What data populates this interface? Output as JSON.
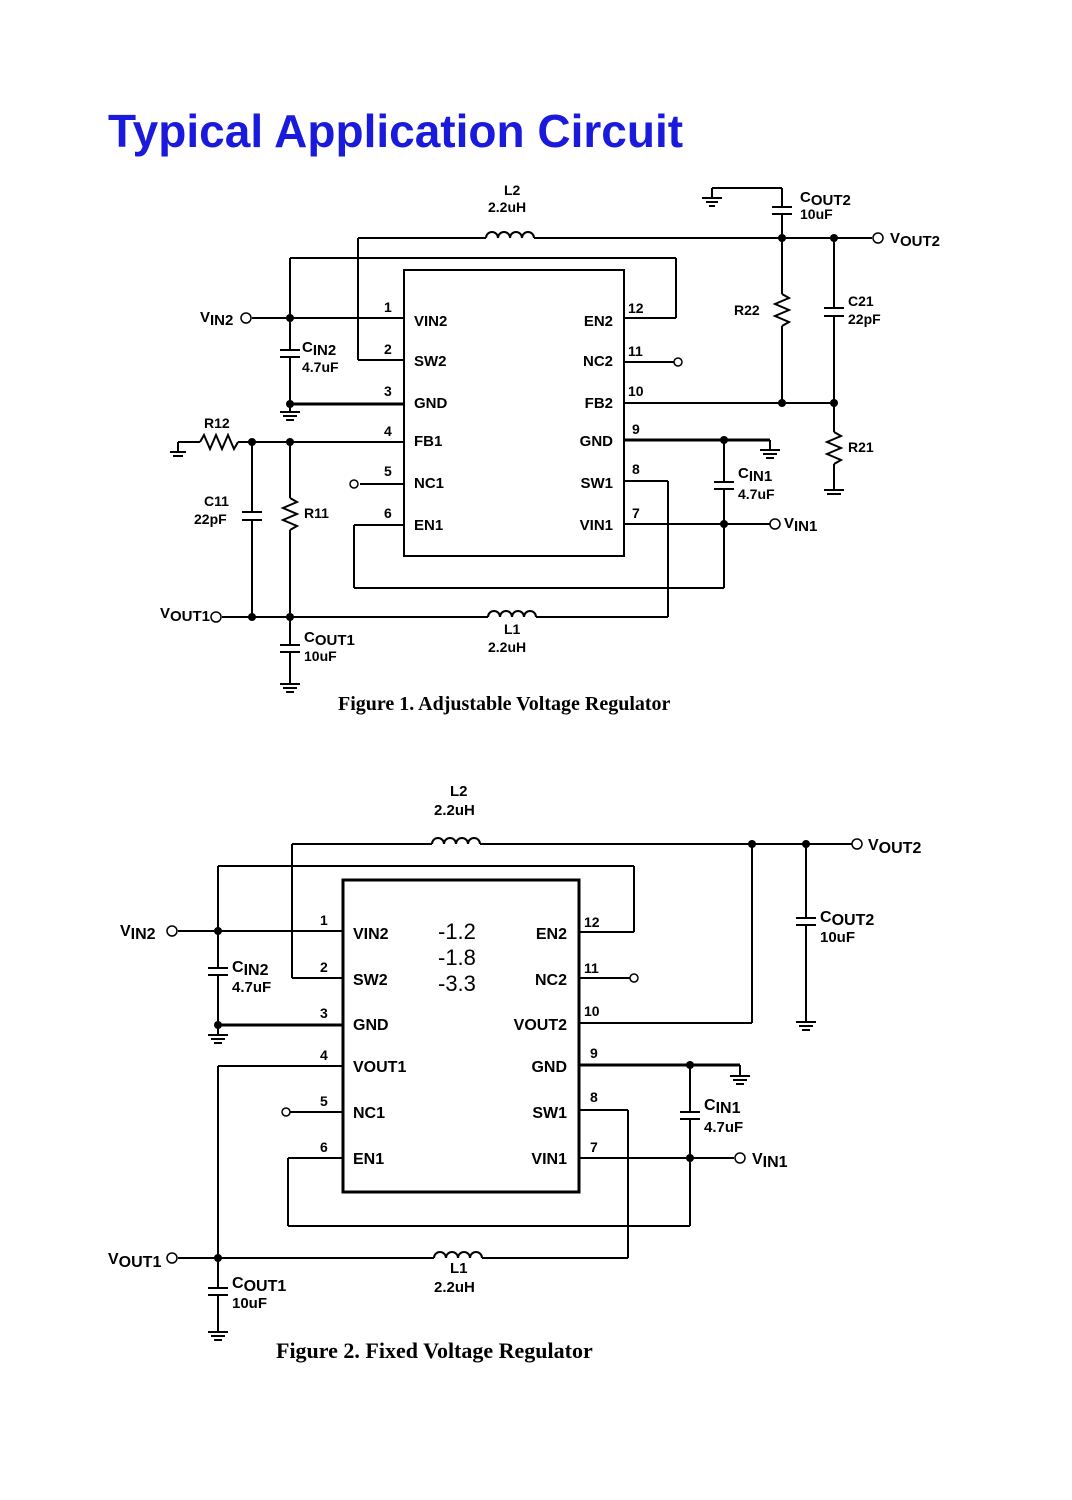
{
  "title": "Typical Application Circuit",
  "figure1": {
    "caption": "Figure 1. Adjustable Voltage Regulator",
    "pins_left": [
      {
        "num": "1",
        "name": "VIN2"
      },
      {
        "num": "2",
        "name": "SW2"
      },
      {
        "num": "3",
        "name": "GND"
      },
      {
        "num": "4",
        "name": "FB1"
      },
      {
        "num": "5",
        "name": "NC1"
      },
      {
        "num": "6",
        "name": "EN1"
      }
    ],
    "pins_right": [
      {
        "num": "12",
        "name": "EN2"
      },
      {
        "num": "11",
        "name": "NC2"
      },
      {
        "num": "10",
        "name": "FB2"
      },
      {
        "num": "9",
        "name": "GND"
      },
      {
        "num": "8",
        "name": "SW1"
      },
      {
        "num": "7",
        "name": "VIN1"
      }
    ],
    "l2": {
      "name": "L2",
      "value": "2.2uH"
    },
    "l1": {
      "name": "L1",
      "value": "2.2uH"
    },
    "cout2": {
      "name": "C",
      "sub": "OUT2",
      "value": "10uF"
    },
    "cin2": {
      "name": "C",
      "sub": "IN2",
      "value": "4.7uF"
    },
    "cin1": {
      "name": "C",
      "sub": "IN1",
      "value": "4.7uF"
    },
    "cout1": {
      "name": "C",
      "sub": "OUT1",
      "value": "10uF"
    },
    "c21": {
      "name": "C21",
      "value": "22pF"
    },
    "c11": {
      "name": "C11",
      "value": "22pF"
    },
    "r22": "R22",
    "r21": "R21",
    "r12": "R12",
    "r11": "R11",
    "vin2": {
      "name": "V",
      "sub": "IN2"
    },
    "vin1": {
      "name": "V",
      "sub": "IN1"
    },
    "vout2": {
      "name": "V",
      "sub": "OUT2"
    },
    "vout1": {
      "name": "V",
      "sub": "OUT1"
    }
  },
  "figure2": {
    "caption": "Figure 2. Fixed Voltage Regulator",
    "pins_left": [
      {
        "num": "1",
        "name": "VIN2"
      },
      {
        "num": "2",
        "name": "SW2"
      },
      {
        "num": "3",
        "name": "GND"
      },
      {
        "num": "4",
        "name": "VOUT1"
      },
      {
        "num": "5",
        "name": "NC1"
      },
      {
        "num": "6",
        "name": "EN1"
      }
    ],
    "pins_right": [
      {
        "num": "12",
        "name": "EN2"
      },
      {
        "num": "11",
        "name": "NC2"
      },
      {
        "num": "10",
        "name": "VOUT2"
      },
      {
        "num": "9",
        "name": "GND"
      },
      {
        "num": "8",
        "name": "SW1"
      },
      {
        "num": "7",
        "name": "VIN1"
      }
    ],
    "variants": [
      "-1.2",
      "-1.8",
      "-3.3"
    ],
    "l2": {
      "name": "L2",
      "value": "2.2uH"
    },
    "l1": {
      "name": "L1",
      "value": "2.2uH"
    },
    "cout2": {
      "name": "C",
      "sub": "OUT2",
      "value": "10uF"
    },
    "cin2": {
      "name": "C",
      "sub": "IN2",
      "value": "4.7uF"
    },
    "cin1": {
      "name": "C",
      "sub": "IN1",
      "value": "4.7uF"
    },
    "cout1": {
      "name": "C",
      "sub": "OUT1",
      "value": "10uF"
    },
    "vin2": {
      "name": "V",
      "sub": "IN2"
    },
    "vin1": {
      "name": "V",
      "sub": "IN1"
    },
    "vout2": {
      "name": "V",
      "sub": "OUT2"
    },
    "vout1": {
      "name": "V",
      "sub": "OUT1"
    }
  }
}
